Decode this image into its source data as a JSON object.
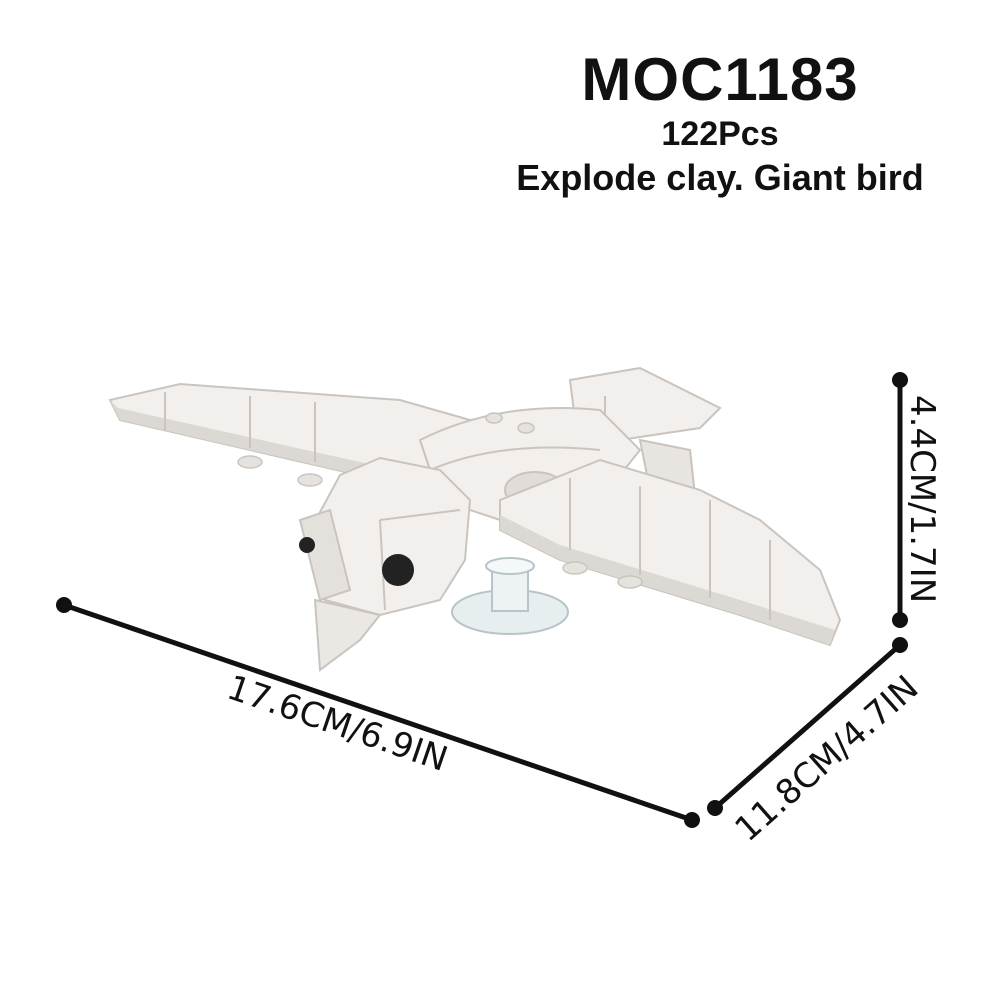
{
  "header": {
    "model_code": "MOC1183",
    "piece_count": "122Pcs",
    "set_name": "Explode clay. Giant bird"
  },
  "dimensions": {
    "length": "17.6CM/6.9IN",
    "width": "11.8CM/4.7IN",
    "height": "4.4CM/1.7IN"
  },
  "colors": {
    "brick_body": "#f2efec",
    "brick_shade": "#dcd8d4",
    "brick_edge": "#c9c4bf",
    "eye": "#222222",
    "stand": "#e6eef0",
    "dimension_line": "#111111"
  }
}
